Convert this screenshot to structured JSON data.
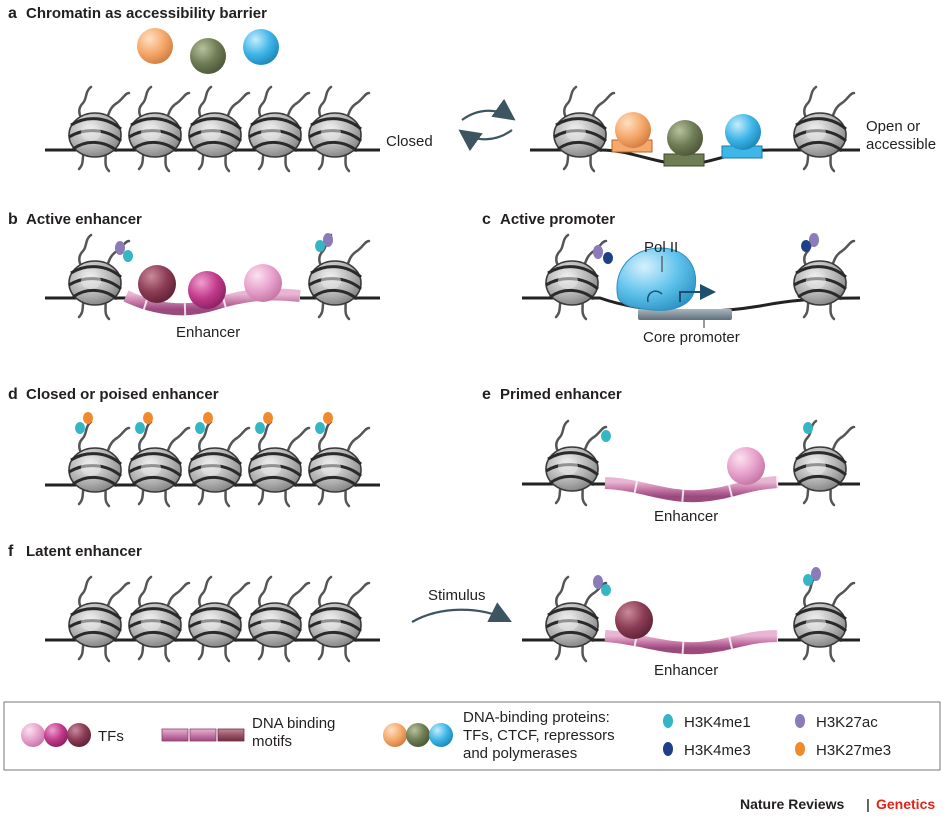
{
  "panels": {
    "a": {
      "letter": "a",
      "title": "Chromatin as accessibility barrier",
      "closed": "Closed",
      "open_line1": "Open or",
      "open_line2": "accessible"
    },
    "b": {
      "letter": "b",
      "title": "Active enhancer",
      "region": "Enhancer"
    },
    "c": {
      "letter": "c",
      "title": "Active promoter",
      "polii": "Pol II",
      "core": "Core promoter"
    },
    "d": {
      "letter": "d",
      "title": "Closed or poised enhancer"
    },
    "e": {
      "letter": "e",
      "title": "Primed enhancer",
      "region": "Enhancer"
    },
    "f": {
      "letter": "f",
      "title": "Latent enhancer",
      "stimulus": "Stimulus",
      "region": "Enhancer"
    }
  },
  "legend": {
    "tfs": "TFs",
    "dna_motifs_line1": "DNA binding",
    "dna_motifs_line2": "motifs",
    "dbp_line1": "DNA-binding proteins:",
    "dbp_line2": "TFs, CTCF, repressors",
    "dbp_line3": "and polymerases",
    "h3k4me1": "H3K4me1",
    "h3k4me3": "H3K4me3",
    "h3k27ac": "H3K27ac",
    "h3k27me3": "H3K27me3"
  },
  "footer": {
    "journal": "Nature Reviews",
    "separator": "|",
    "section": "Genetics"
  },
  "colors": {
    "orange_protein": "#f6a96b",
    "green_protein": "#6f7d55",
    "blue_protein": "#3fb6e8",
    "tf_dark": "#8c3d55",
    "tf_mid": "#c23b8c",
    "tf_light": "#e7a2cc",
    "motif": "#c77aa8",
    "h3k4me1": "#35b6c4",
    "h3k4me3": "#1f3f86",
    "h3k27ac": "#8b7bb8",
    "h3k27me3": "#f08a2b",
    "polii": "#5fc2ec",
    "core_promoter": "#7c8c98",
    "genetics_red": "#e2231a"
  }
}
